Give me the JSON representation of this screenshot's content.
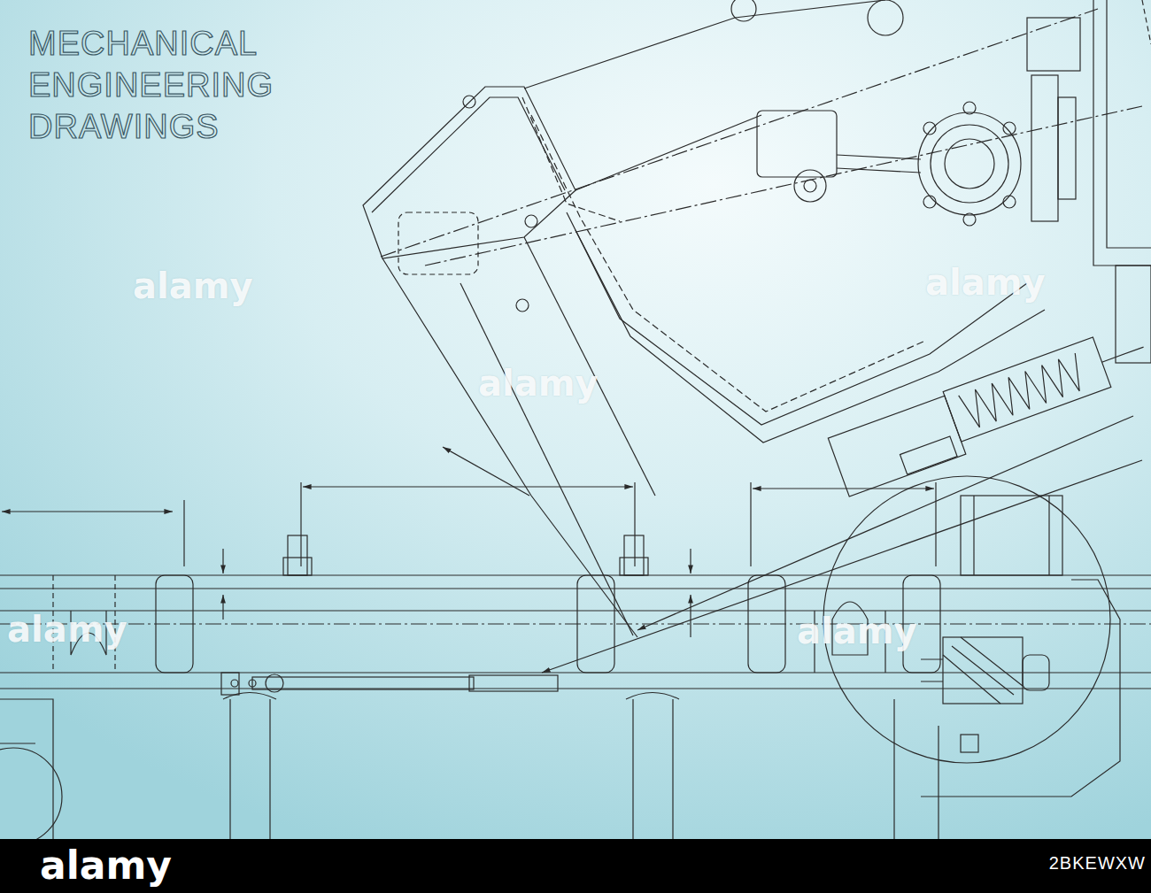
{
  "diagram": {
    "title": "MECHANICAL ENGINEERING DRAWINGS",
    "labels": [
      "alamy",
      "alamy",
      "alamy",
      "alamy",
      "alamy",
      "alamy",
      "2BKEWXW"
    ]
  }
}
